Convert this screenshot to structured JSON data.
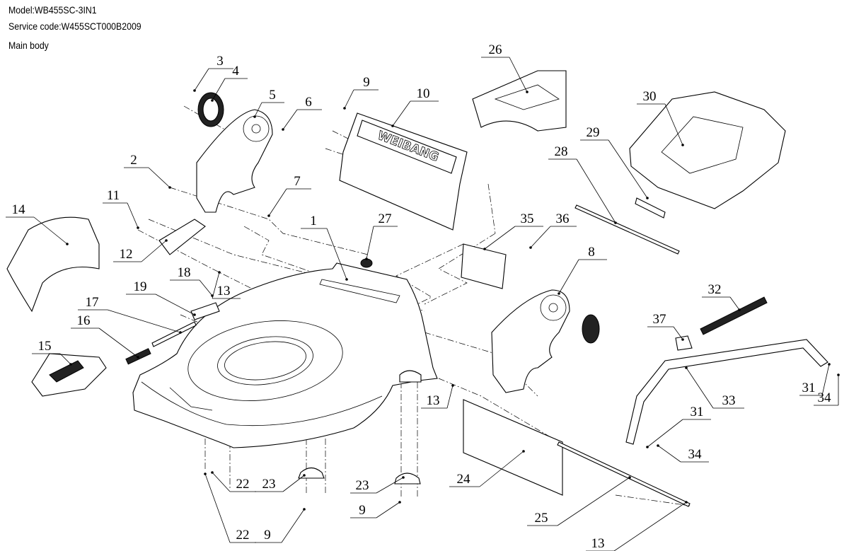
{
  "header": {
    "model": "Model:WB455SC-3IN1",
    "service_code": "Service code:W455SCT000B2009",
    "section": "Main body"
  },
  "brand_logo_text": "WEIBANG",
  "callouts": [
    "3",
    "4",
    "5",
    "6",
    "9",
    "10",
    "26",
    "30",
    "29",
    "28",
    "2",
    "7",
    "14",
    "11",
    "1",
    "27",
    "35",
    "36",
    "12",
    "13",
    "18",
    "19",
    "17",
    "16",
    "15",
    "8",
    "32",
    "37",
    "33",
    "31",
    "34",
    "31",
    "34",
    "13",
    "24",
    "22",
    "23",
    "22",
    "9",
    "23",
    "9",
    "25",
    "13"
  ]
}
